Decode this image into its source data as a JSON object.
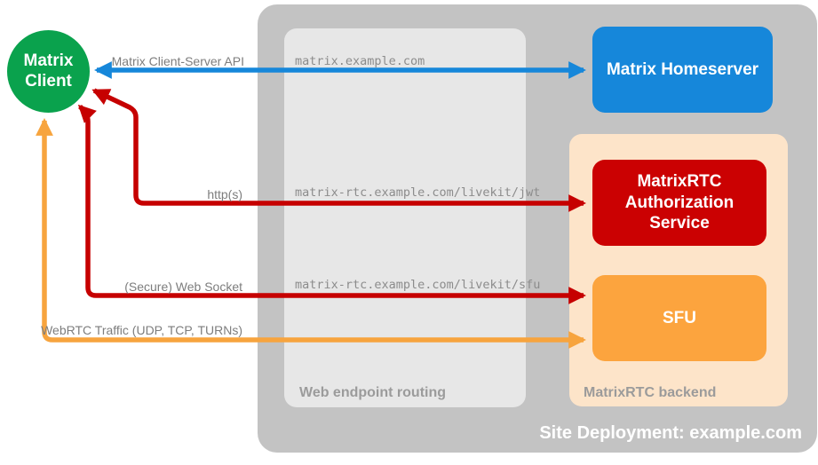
{
  "diagram": {
    "title": "Site Deployment: example.com",
    "nodes": {
      "client": {
        "label": "Matrix Client",
        "color": "#0aa24d"
      },
      "homeserver": {
        "label": "Matrix Homeserver",
        "color": "#1687da"
      },
      "auth_service": {
        "label": "MatrixRTC Authorization Service",
        "color": "#cb0102"
      },
      "sfu": {
        "label": "SFU",
        "color": "#fca43e"
      }
    },
    "containers": {
      "site": {
        "label": "Site Deployment: example.com",
        "color": "#c3c3c3"
      },
      "routing": {
        "label": "Web endpoint routing",
        "color": "#e7e7e7"
      },
      "backend": {
        "label": "MatrixRTC backend",
        "color": "#fde4c9"
      }
    },
    "connections": [
      {
        "label": "Matrix Client-Server API",
        "route": "matrix.example.com",
        "from": "Matrix Client",
        "to": "Matrix Homeserver",
        "color": "#1687da",
        "bidirectional": true
      },
      {
        "label": "http(s)",
        "route": "matrix-rtc.example.com/livekit/jwt",
        "from": "Matrix Client",
        "to": "MatrixRTC Authorization Service",
        "color": "#c60000",
        "bidirectional": true
      },
      {
        "label": "(Secure) Web Socket",
        "route": "matrix-rtc.example.com/livekit/sfu",
        "from": "Matrix Client",
        "to": "SFU",
        "color": "#c60000",
        "bidirectional": true
      },
      {
        "label": "WebRTC Traffic (UDP, TCP, TURNs)",
        "route": "",
        "from": "Matrix Client",
        "to": "SFU",
        "color": "#f7a43e",
        "bidirectional": true
      }
    ]
  }
}
